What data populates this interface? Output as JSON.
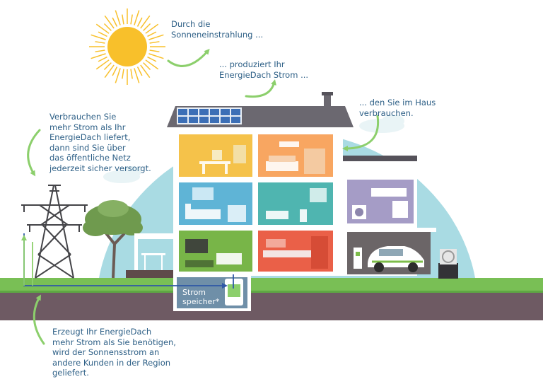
{
  "texts": {
    "sun_caption": "Durch die\nSonneneinstrahlung ...",
    "panel_caption": "... produziert Ihr\nEnergieDach Strom ...",
    "house_caption": "... den Sie im Haus\nverbrauchen.",
    "grid_caption": "Verbrauchen Sie\nmehr Strom als Ihr\nEnergieDach liefert,\ndann sind Sie über\ndas öffentliche Netz\njederzeit sicher versorgt.",
    "feed_in_caption": "Erzeugt Ihr EnergieDach\nmehr Strom als Sie benötigen,\nwird der Sonnensstrom an\nandere Kunden in der Region\ngeliefert.",
    "storage_label": "Strom\nspeicher*"
  },
  "colors": {
    "caption_text": "#2d5f86",
    "sky_dome": "#a9dbe3",
    "lawn": "#79bf55",
    "soil": "#6e5a63",
    "arrow_green": "#8ccf6c",
    "flow_blue": "#2f57a6",
    "sun": "#f8c02b",
    "roof": "#6b6870",
    "wall": "#ffffff"
  }
}
